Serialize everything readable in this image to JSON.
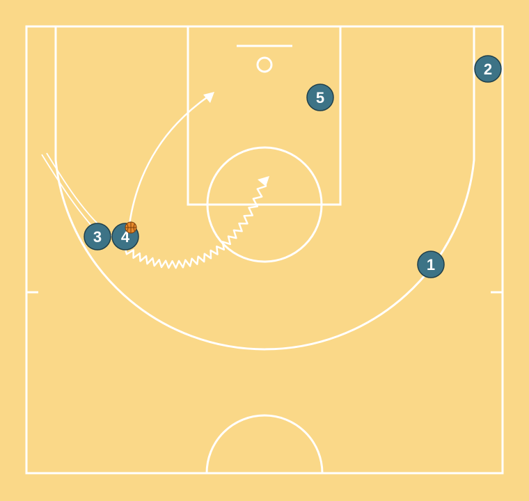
{
  "colors": {
    "court": "#fad888",
    "lines": "#ffffff",
    "player_fill": "#3d7386",
    "player_stroke": "#1f3f4a",
    "ball": "#e8892a"
  },
  "players": [
    {
      "id": "p1",
      "label": "1"
    },
    {
      "id": "p2",
      "label": "2"
    },
    {
      "id": "p3",
      "label": "3"
    },
    {
      "id": "p4",
      "label": "4"
    },
    {
      "id": "p5",
      "label": "5"
    }
  ],
  "ball": {
    "holder": "4"
  },
  "actions": [
    {
      "type": "cut",
      "player": "4"
    },
    {
      "type": "dribble",
      "player": "4"
    }
  ]
}
